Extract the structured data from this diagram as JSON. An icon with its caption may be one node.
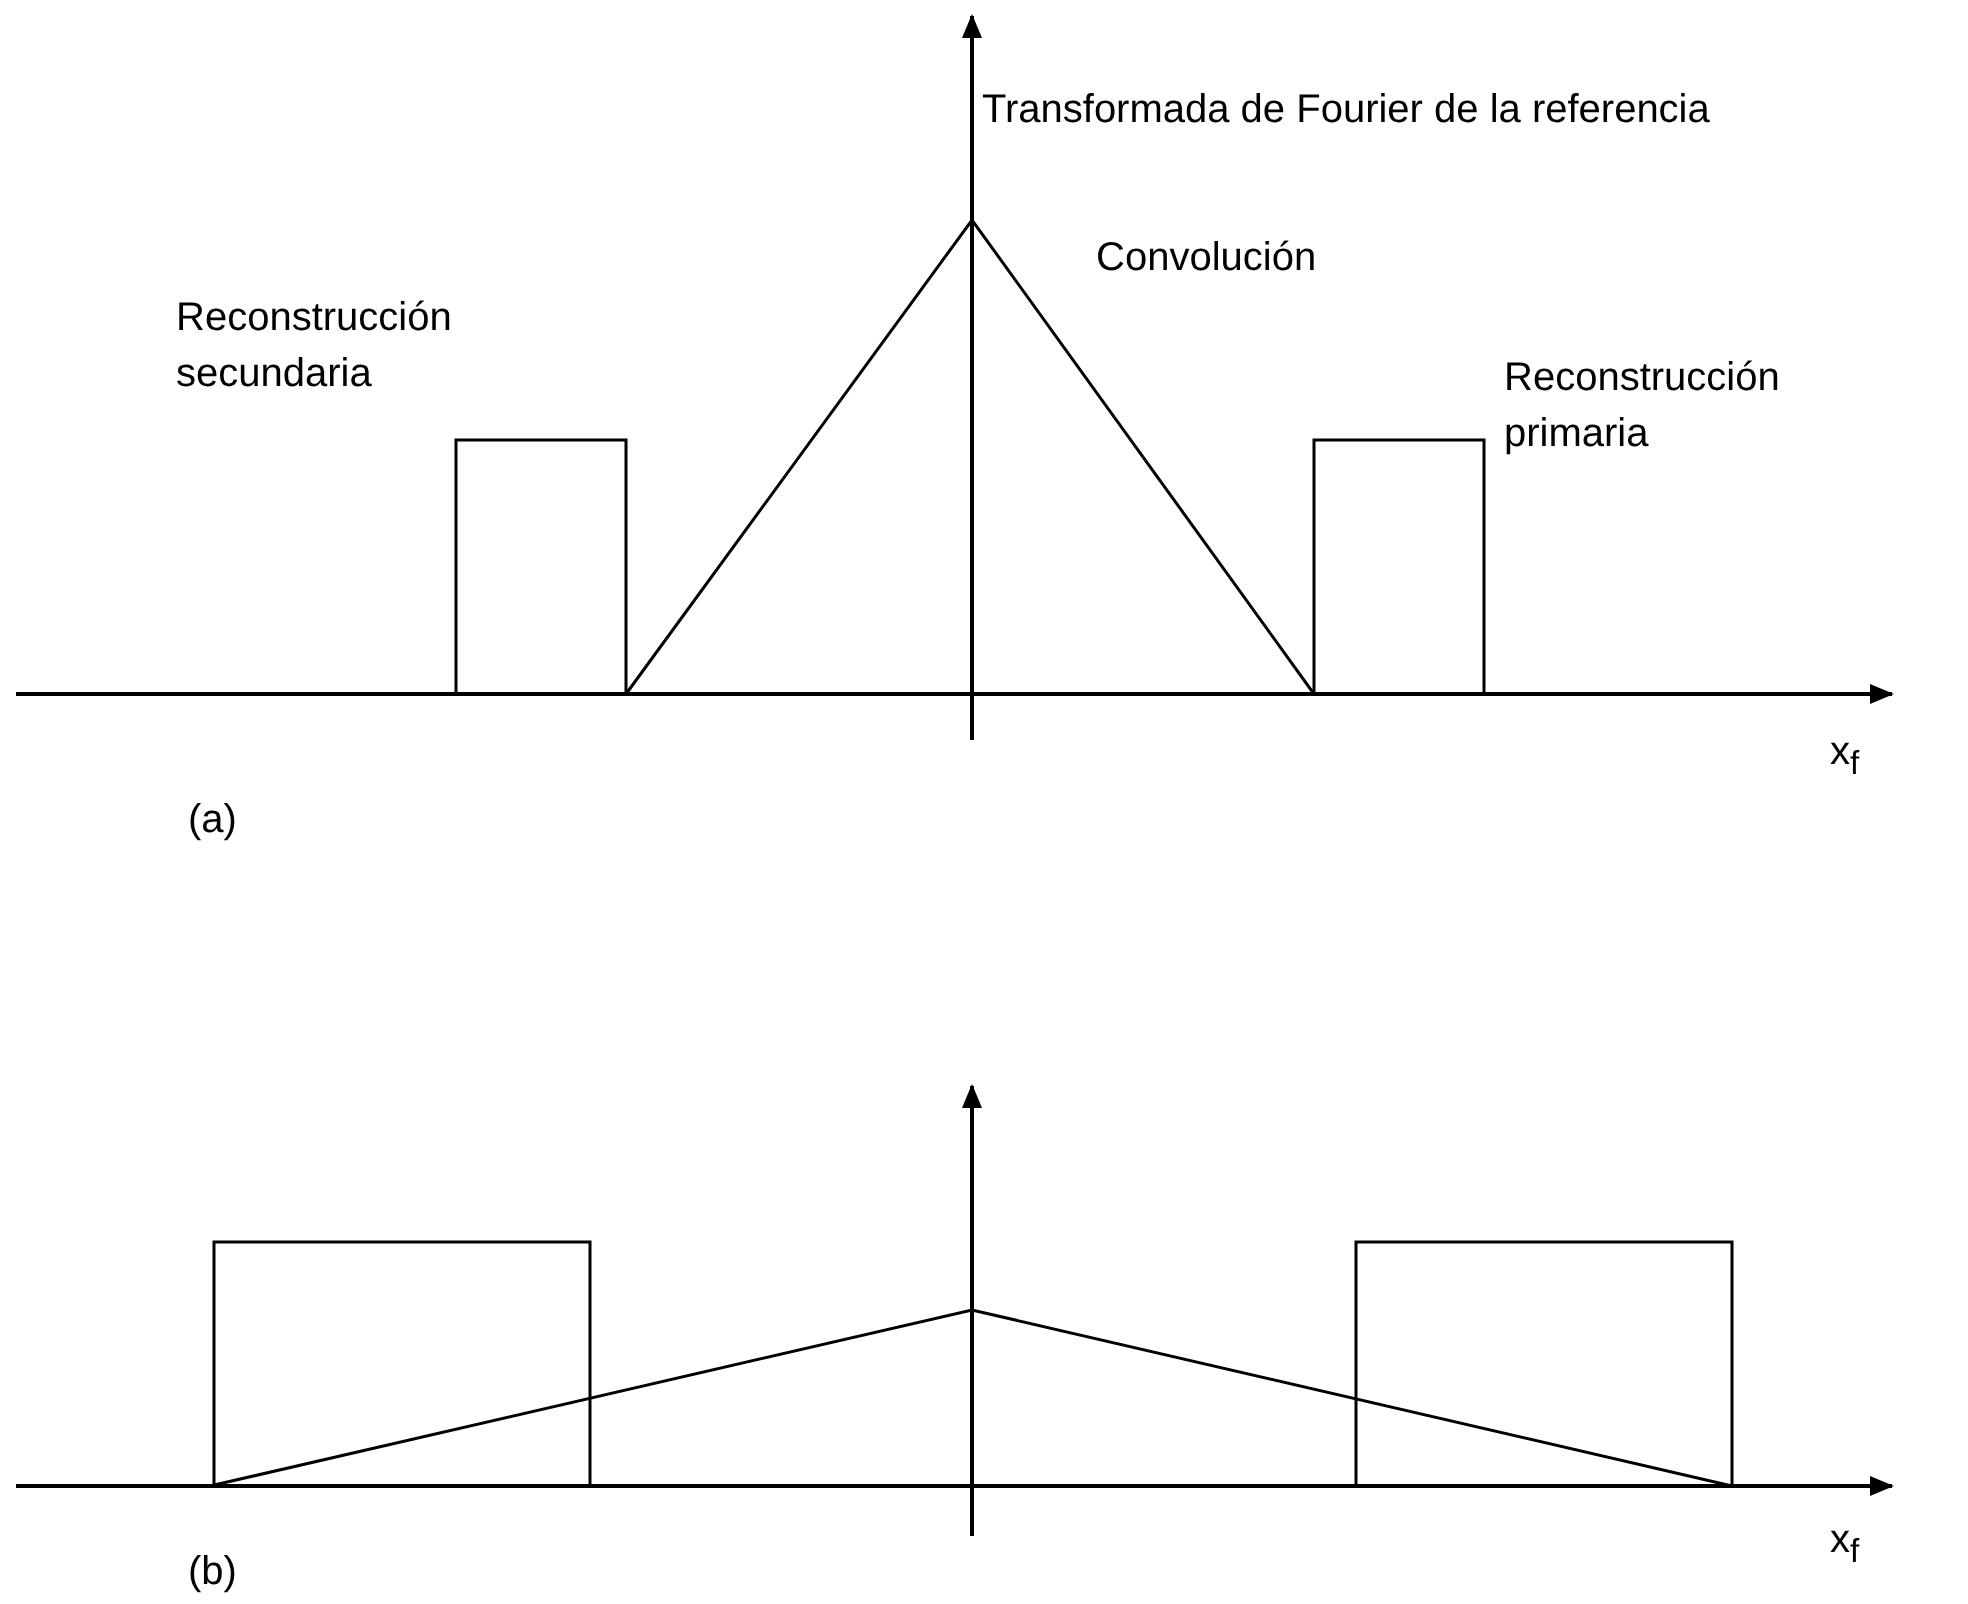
{
  "diagram": {
    "labels": [
      "Transformada de Fourier de la referencia",
      "Convolución",
      "Reconstrucción secundaria",
      "Reconstrucción primaria",
      "x$_{f}$",
      "(a)",
      "x$_{f}$",
      "(b)"
    ]
  }
}
